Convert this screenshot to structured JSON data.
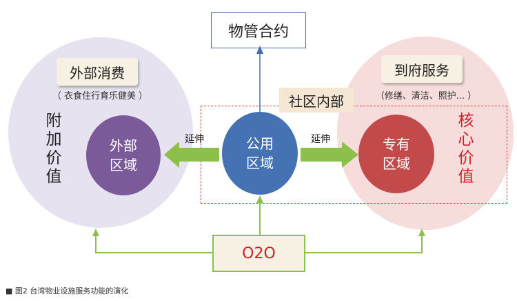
{
  "top_box": "物管合约",
  "left": {
    "title": "外部消费",
    "subtitle": "（ 衣食住行育乐健美 ）",
    "vertical_text": "附加价值",
    "inner": "外部\n区域"
  },
  "right": {
    "title": "到府服务",
    "subtitle": "（修缮、清洁、照护... ）",
    "vertical_text": "核心价值",
    "inner": "专有\n区域"
  },
  "center": {
    "label": "社区内部",
    "inner": "公用\n区域"
  },
  "arrow_left_label": "延伸",
  "arrow_right_label": "延伸",
  "bottom_box": "O2O",
  "caption": {
    "marker": "■",
    "text": "图2  台湾物业设施服务功能的演化"
  },
  "colors": {
    "left_bg": "#e7e2ef",
    "right_bg": "#f7dcdc",
    "left_inner": "#7a5a99",
    "right_inner": "#c34a4a",
    "center_inner": "#4572b3",
    "green": "#8dc04b",
    "red_text": "#d1202a",
    "dash": "#d33b3b",
    "blue_arrow": "#3e6fb5"
  }
}
